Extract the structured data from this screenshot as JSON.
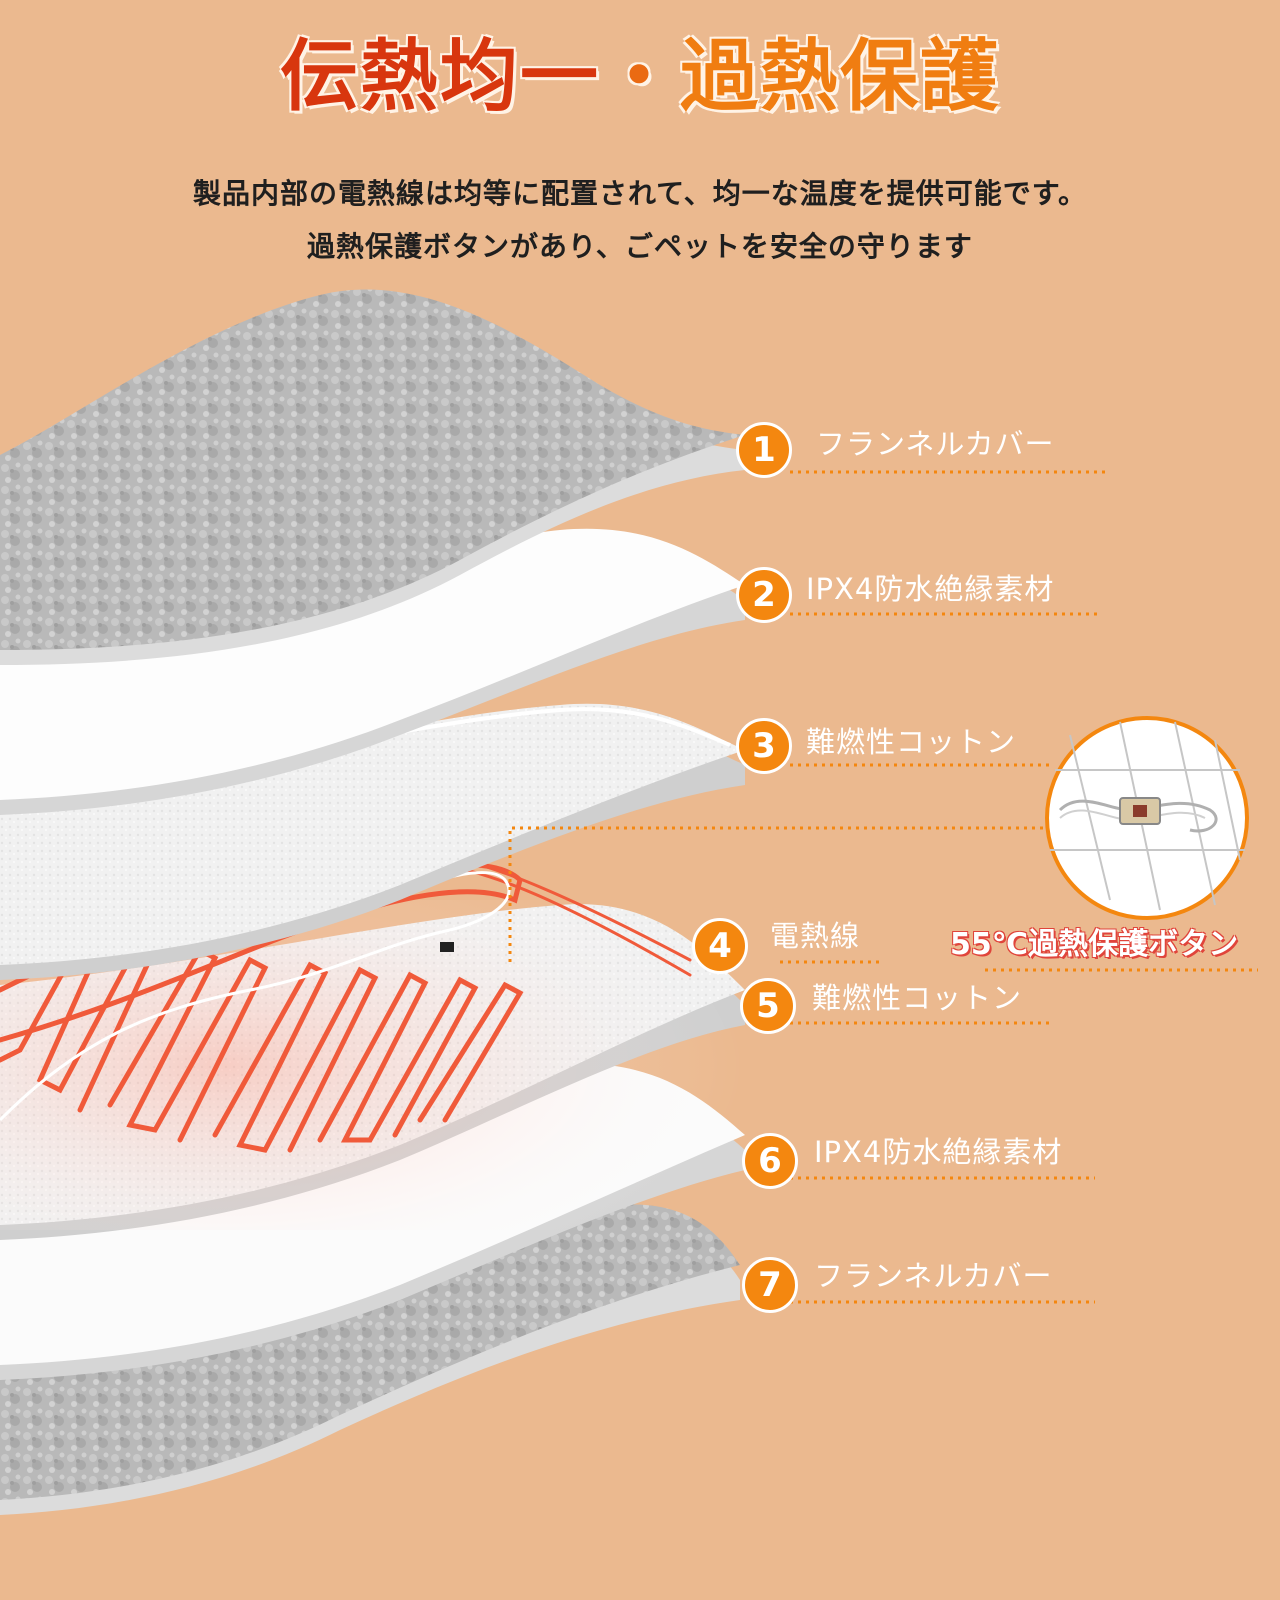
{
  "title": {
    "part1": "伝熱均一",
    "separator": "・",
    "part2": "過熱保護"
  },
  "subtitle": {
    "line1": "製品内部の電熱線は均等に配置されて、均一な温度を提供可能です。",
    "line2": "過熱保護ボタンがあり、ごペットを安全の守ります"
  },
  "layers": [
    {
      "number": "1",
      "label": "フランネルカバー"
    },
    {
      "number": "2",
      "label": "IPX4防水絶縁素材"
    },
    {
      "number": "3",
      "label": "難燃性コットン"
    },
    {
      "number": "4",
      "label": "電熱線"
    },
    {
      "number": "5",
      "label": "難燃性コットン"
    },
    {
      "number": "6",
      "label": "IPX4防水絶縁素材"
    },
    {
      "number": "7",
      "label": "フランネルカバー"
    }
  ],
  "protection_button": {
    "label": "55℃過熱保護ボタン"
  },
  "colors": {
    "background": "#ebb98f",
    "accent_orange": "#f4870f",
    "title_red": "#d8360e",
    "heating_wire": "#f05a3a",
    "fleece_gray": "#b8b8b8"
  }
}
